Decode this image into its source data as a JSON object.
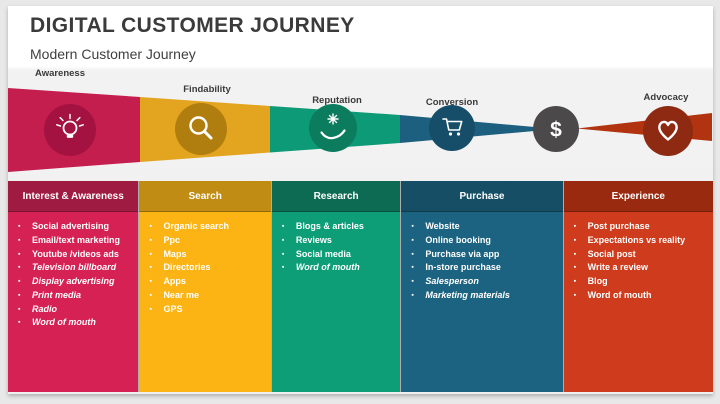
{
  "bullet": "▪",
  "header": {
    "title": "DIGITAL CUSTOMER JOURNEY",
    "subtitle": "Modern Customer Journey"
  },
  "funnel": {
    "stages": [
      {
        "label": "Awareness",
        "color": "#c41e4e",
        "icon": "lightbulb-icon",
        "icon_circle_color": "#a31240"
      },
      {
        "label": "Findability",
        "color": "#e3a41f",
        "icon": "magnifier-icon",
        "icon_circle_color": "#b07e0e"
      },
      {
        "label": "Reputation",
        "color": "#0d9a76",
        "icon": "care-hand-icon",
        "icon_circle_color": "#0b7c5e"
      },
      {
        "label": "Conversion",
        "color": "#1c5f7f",
        "icon": "shopping-cart-icon",
        "icon_circle_color": "#164e69"
      },
      {
        "label": "Advocacy",
        "color": "#b2330f",
        "icon": "heart-icon",
        "icon_circle_color": "#8e2a12"
      }
    ],
    "money_symbol": "$",
    "money_circle_color": "#4b4949"
  },
  "columns": [
    {
      "title": "Interest & Awareness",
      "header_color": "#a01b41",
      "body_color": "#d62154",
      "items": [
        {
          "text": "Social advertising"
        },
        {
          "text": "Email/text marketing"
        },
        {
          "text": "Youtube /videos ads"
        },
        {
          "text": "Television billboard",
          "italic": true
        },
        {
          "text": "Display advertising",
          "italic": true
        },
        {
          "text": "Print media",
          "italic": true
        },
        {
          "text": "Radio",
          "italic": true
        },
        {
          "text": "Word of mouth",
          "italic": true
        }
      ]
    },
    {
      "title": "Search",
      "header_color": "#c18c13",
      "body_color": "#fcb415",
      "items": [
        {
          "text": "Organic search"
        },
        {
          "text": "Ppc"
        },
        {
          "text": "Maps"
        },
        {
          "text": "Directories"
        },
        {
          "text": "Apps"
        },
        {
          "text": "Near me"
        },
        {
          "text": "GPS"
        }
      ]
    },
    {
      "title": "Research",
      "header_color": "#0c6b52",
      "body_color": "#0d9e78",
      "items": [
        {
          "text": "Blogs & articles"
        },
        {
          "text": "Reviews"
        },
        {
          "text": "Social media"
        },
        {
          "text": "Word of mouth",
          "italic": true
        }
      ]
    },
    {
      "title": "Purchase",
      "header_color": "#164e66",
      "body_color": "#1c6382",
      "items": [
        {
          "text": "Website"
        },
        {
          "text": "Online booking"
        },
        {
          "text": "Purchase via app"
        },
        {
          "text": "In-store purchase"
        },
        {
          "text": "Salesperson",
          "italic": true
        },
        {
          "text": "Marketing materials",
          "italic": true
        }
      ]
    },
    {
      "title": "Experience",
      "header_color": "#992a10",
      "body_color": "#cf3c1d",
      "items": [
        {
          "text": "Post purchase"
        },
        {
          "text": "Expectations vs reality"
        },
        {
          "text": "Social post"
        },
        {
          "text": "Write a review"
        },
        {
          "text": "Blog"
        },
        {
          "text": "Word of mouth"
        }
      ]
    }
  ]
}
